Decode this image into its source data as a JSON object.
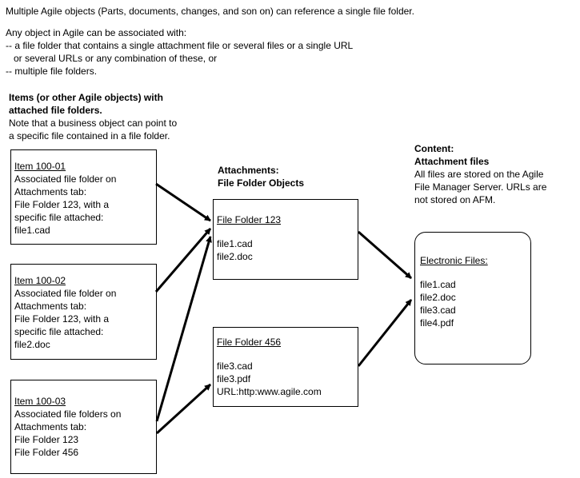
{
  "intro": {
    "line1": "Multiple Agile objects (Parts, documents, changes, and son on) can reference a single file folder.",
    "para2": [
      "Any object in Agile can be associated with:",
      "-- a file folder that contains a single attachment file or several files or a single URL",
      "   or several URLs or any combination of these, or",
      "-- multiple file folders."
    ]
  },
  "items_heading": {
    "title": [
      "Items (or other Agile objects) with",
      "attached file folders."
    ],
    "note": [
      "Note that a business object can point to",
      "a specific file contained in a file folder."
    ]
  },
  "attachments_heading": [
    "Attachments:",
    "File Folder Objects"
  ],
  "content_heading": {
    "title": [
      "Content:",
      "Attachment files"
    ],
    "note": [
      "All files are stored on the Agile",
      "File Manager Server. URLs are",
      "not stored on AFM."
    ]
  },
  "items": [
    {
      "title": "Item 100-01",
      "lines": [
        "Associated file folder on",
        "Attachments tab:",
        "File Folder 123, with a",
        "specific file attached:",
        "file1.cad"
      ]
    },
    {
      "title": "Item 100-02",
      "lines": [
        "Associated file folder on",
        "Attachments tab:",
        "File Folder 123, with a",
        "specific file attached:",
        "file2.doc"
      ]
    },
    {
      "title": "Item 100-03",
      "lines": [
        "Associated file folders on",
        "Attachments tab:",
        "File Folder 123",
        "File Folder 456"
      ]
    }
  ],
  "folders": [
    {
      "title": "File Folder 123",
      "files": [
        "file1.cad",
        "file2.doc"
      ]
    },
    {
      "title": "File Folder 456",
      "files": [
        "file3.cad",
        "file3.pdf",
        "URL:http:www.agile.com"
      ]
    }
  ],
  "electronic": {
    "title": "Electronic Files:",
    "files": [
      "file1.cad",
      "file2.doc",
      "file3.cad",
      "file4.pdf"
    ]
  },
  "colors": {
    "ink": "#000000",
    "background": "#ffffff"
  }
}
